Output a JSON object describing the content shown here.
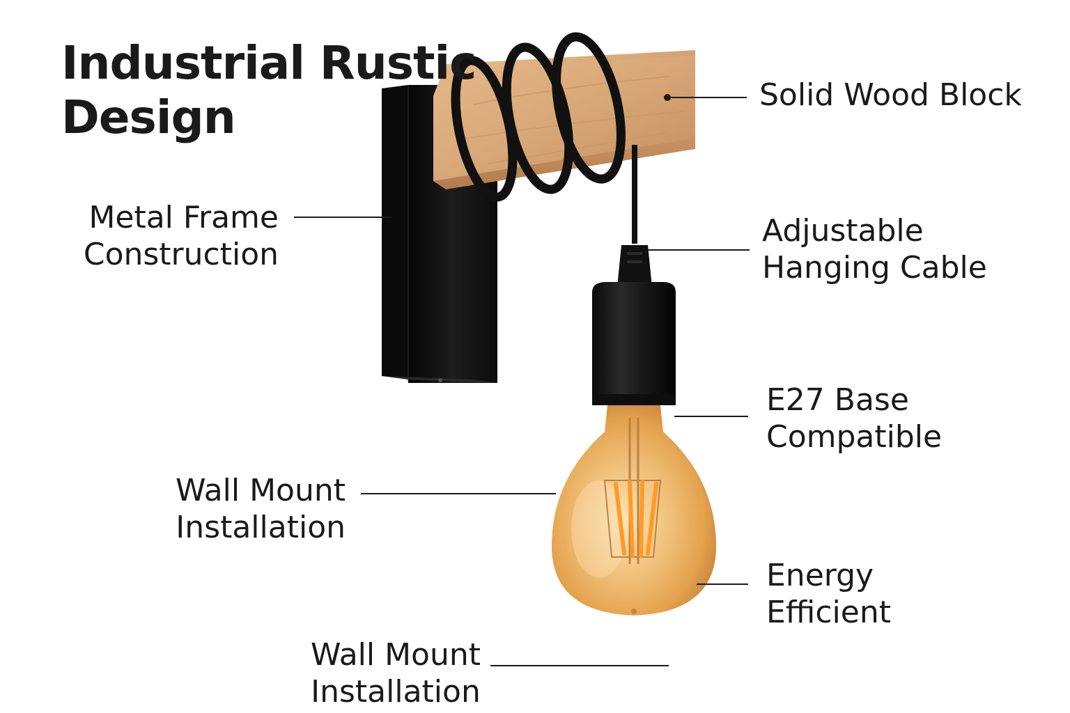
{
  "title": {
    "line1": "Industrial Rustic",
    "line2": "Design"
  },
  "labels": {
    "solid_wood": {
      "line1": "Solid Wood Block"
    },
    "metal_frame": {
      "line1": "Metal Frame",
      "line2": "Construction"
    },
    "cable": {
      "line1": "Adjustable",
      "line2": "Hanging Cable"
    },
    "base": {
      "line1": "E27 Base",
      "line2": "Compatible"
    },
    "wall_mount_1": {
      "line1": "Wall Mount",
      "line2": "Installation"
    },
    "energy": {
      "line1": "Energy",
      "line2": "Efficient"
    },
    "wall_mount_2": {
      "line1": "Wall Mount",
      "line2": "Installation"
    }
  },
  "colors": {
    "metal": "#141414",
    "wood": "#d9a878",
    "bulb_glass": "#e8a94a",
    "filament": "#ff9a2a"
  }
}
